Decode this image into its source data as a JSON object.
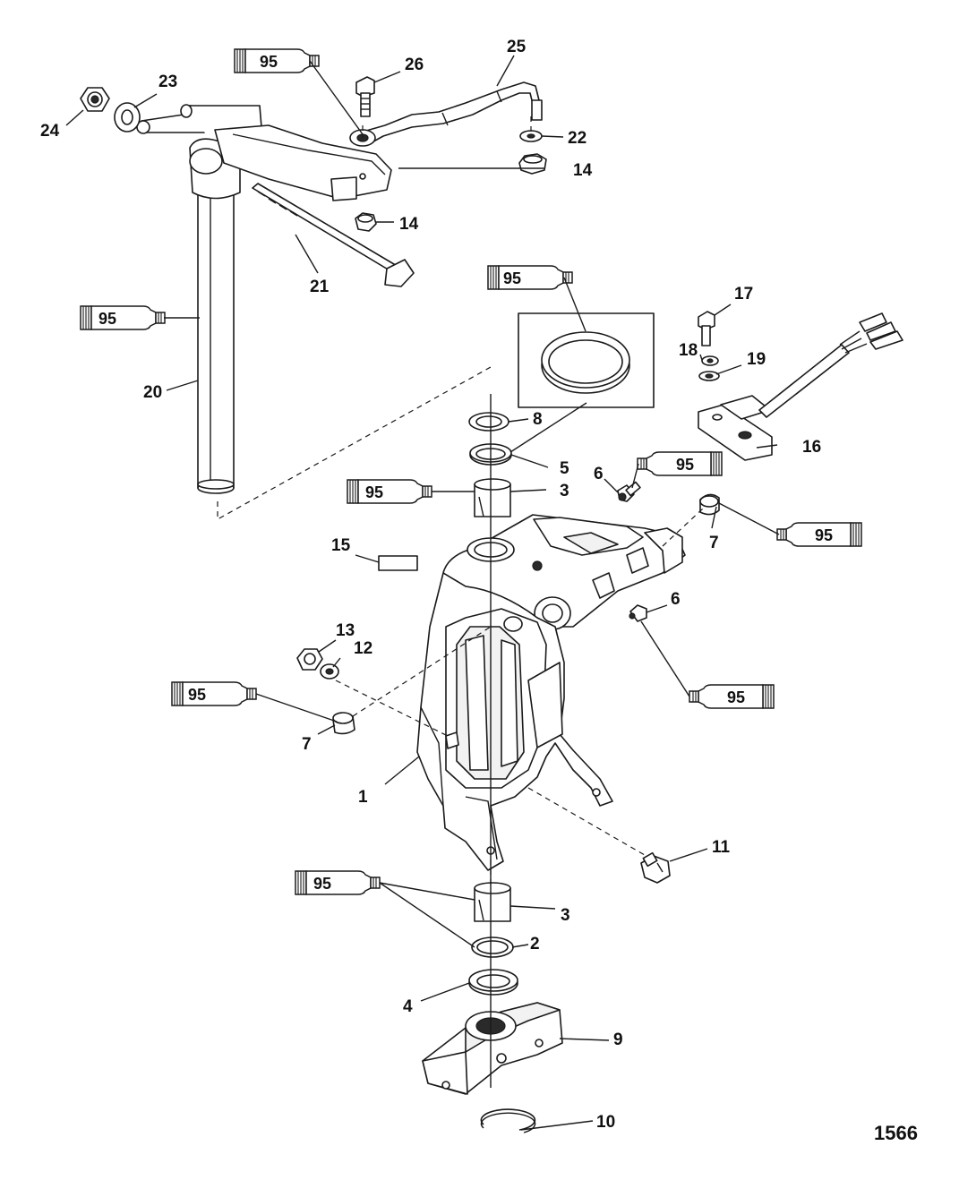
{
  "figure_id": "1566",
  "lubricant_tube_label": "95",
  "callouts": {
    "c1": "1",
    "c2": "2",
    "c3a": "3",
    "c3b": "3",
    "c4": "4",
    "c5": "5",
    "c6a": "6",
    "c6b": "6",
    "c7a": "7",
    "c7b": "7",
    "c8": "8",
    "c9": "9",
    "c10": "10",
    "c11": "11",
    "c12": "12",
    "c13": "13",
    "c14a": "14",
    "c14b": "14",
    "c15": "15",
    "c16": "16",
    "c17": "17",
    "c18": "18",
    "c19": "19",
    "c20": "20",
    "c21": "21",
    "c22": "22",
    "c23": "23",
    "c24": "24",
    "c25": "25",
    "c26": "26"
  }
}
